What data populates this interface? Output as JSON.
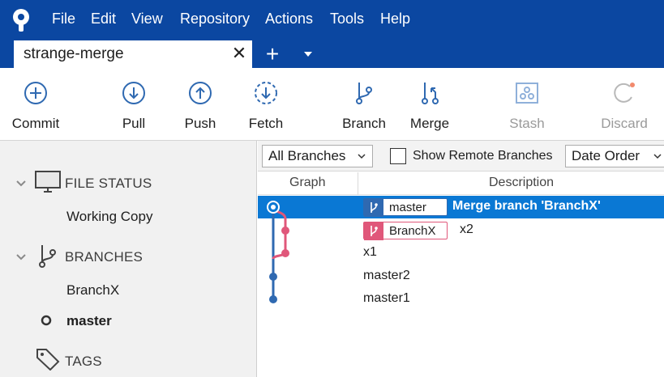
{
  "app": {
    "menu": [
      "File",
      "Edit",
      "View",
      "Repository",
      "Actions",
      "Tools",
      "Help"
    ]
  },
  "tabs": {
    "active_label": "strange-merge",
    "add_symbol": "+",
    "close_symbol": "✕"
  },
  "toolbar": {
    "commit": "Commit",
    "pull": "Pull",
    "push": "Push",
    "fetch": "Fetch",
    "branch": "Branch",
    "merge": "Merge",
    "stash": "Stash",
    "discard": "Discard"
  },
  "sidebar": {
    "file_status": {
      "title": "FILE STATUS",
      "items": [
        "Working Copy"
      ]
    },
    "branches": {
      "title": "BRANCHES",
      "items": [
        "BranchX",
        "master"
      ],
      "current": "master"
    },
    "tags": {
      "title": "TAGS"
    }
  },
  "filters": {
    "branch_filter": "All Branches",
    "show_remote_label": "Show Remote Branches",
    "show_remote_checked": false,
    "order": "Date Order"
  },
  "columns": {
    "graph": "Graph",
    "description": "Description"
  },
  "commits": [
    {
      "tag": "master",
      "message": "Merge branch 'BranchX'",
      "selected": true
    },
    {
      "tag": "BranchX",
      "message": "x2",
      "selected": false
    },
    {
      "tag": "",
      "message": "x1",
      "selected": false
    },
    {
      "tag": "",
      "message": "master2",
      "selected": false
    },
    {
      "tag": "",
      "message": "master1",
      "selected": false
    }
  ],
  "colors": {
    "menubar": "#0b47a1",
    "accent": "#0a78d4",
    "master_line": "#2f69b1",
    "branch_line": "#e0577a"
  }
}
